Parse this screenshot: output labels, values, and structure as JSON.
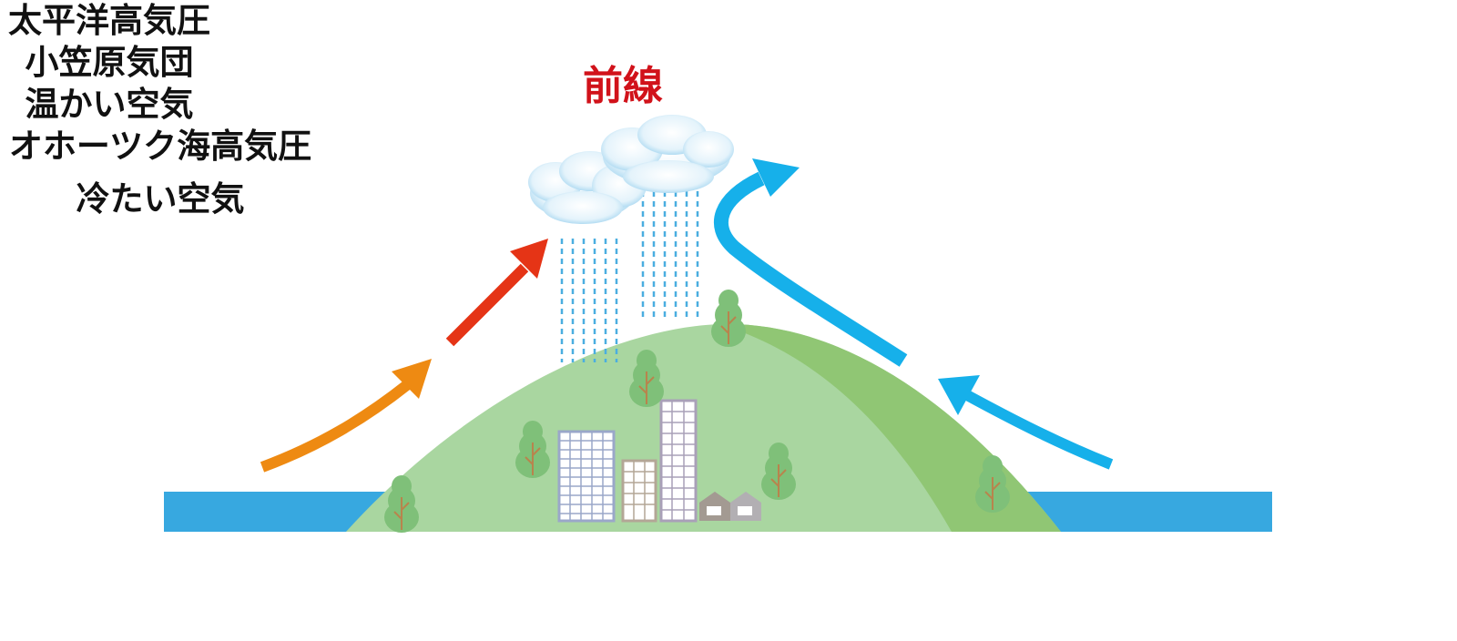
{
  "front": {
    "label": "前線",
    "color": "#d1121a"
  },
  "left_air": {
    "lines": [
      "太平洋高気圧",
      "小笠原気団",
      "温かい空気"
    ],
    "arrow_colors": [
      "#ee8a12",
      "#e53416"
    ]
  },
  "right_air": {
    "lines": [
      "オホーツク海高気圧",
      "冷たい空気"
    ],
    "arrow_color": "#16b0ea"
  },
  "colors": {
    "sea": "#37a8e0",
    "hill_light": "#a9d6a0",
    "hill_dark": "#90c674",
    "rain": "#4aaee0",
    "tree": "#7fc079",
    "trunk": "#b8844d"
  },
  "icons": [
    "cloud-icon",
    "rain-icon",
    "tree-icon",
    "building-icon",
    "house-icon"
  ]
}
